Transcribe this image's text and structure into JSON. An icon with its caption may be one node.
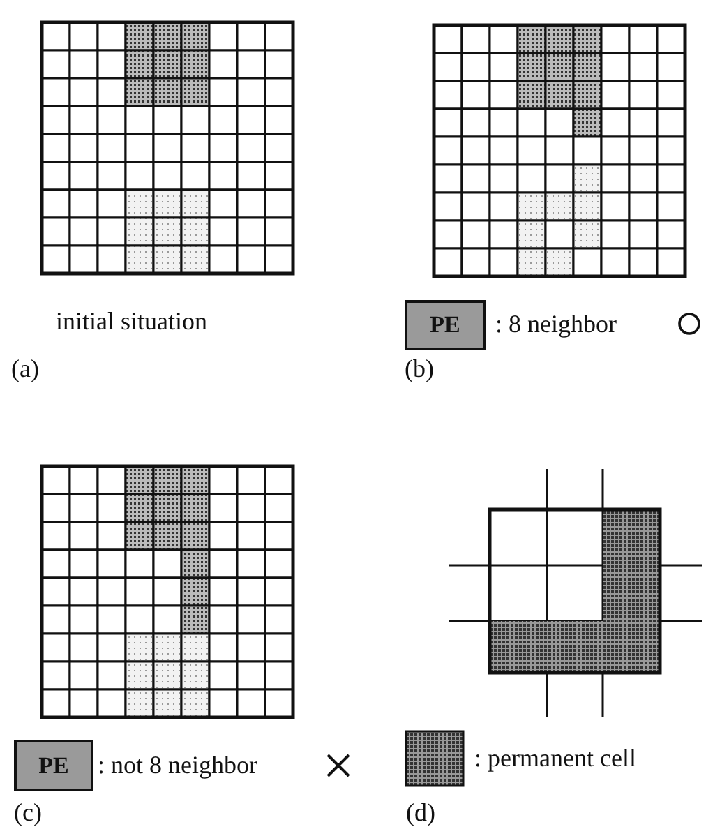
{
  "diagram": {
    "labels": [
      "initial situation",
      "(a)",
      "PE",
      ": 8 neighbor",
      "(b)",
      "PE",
      ": not 8 neighbor",
      "(c)",
      ": permanent cell",
      "(d)"
    ]
  }
}
